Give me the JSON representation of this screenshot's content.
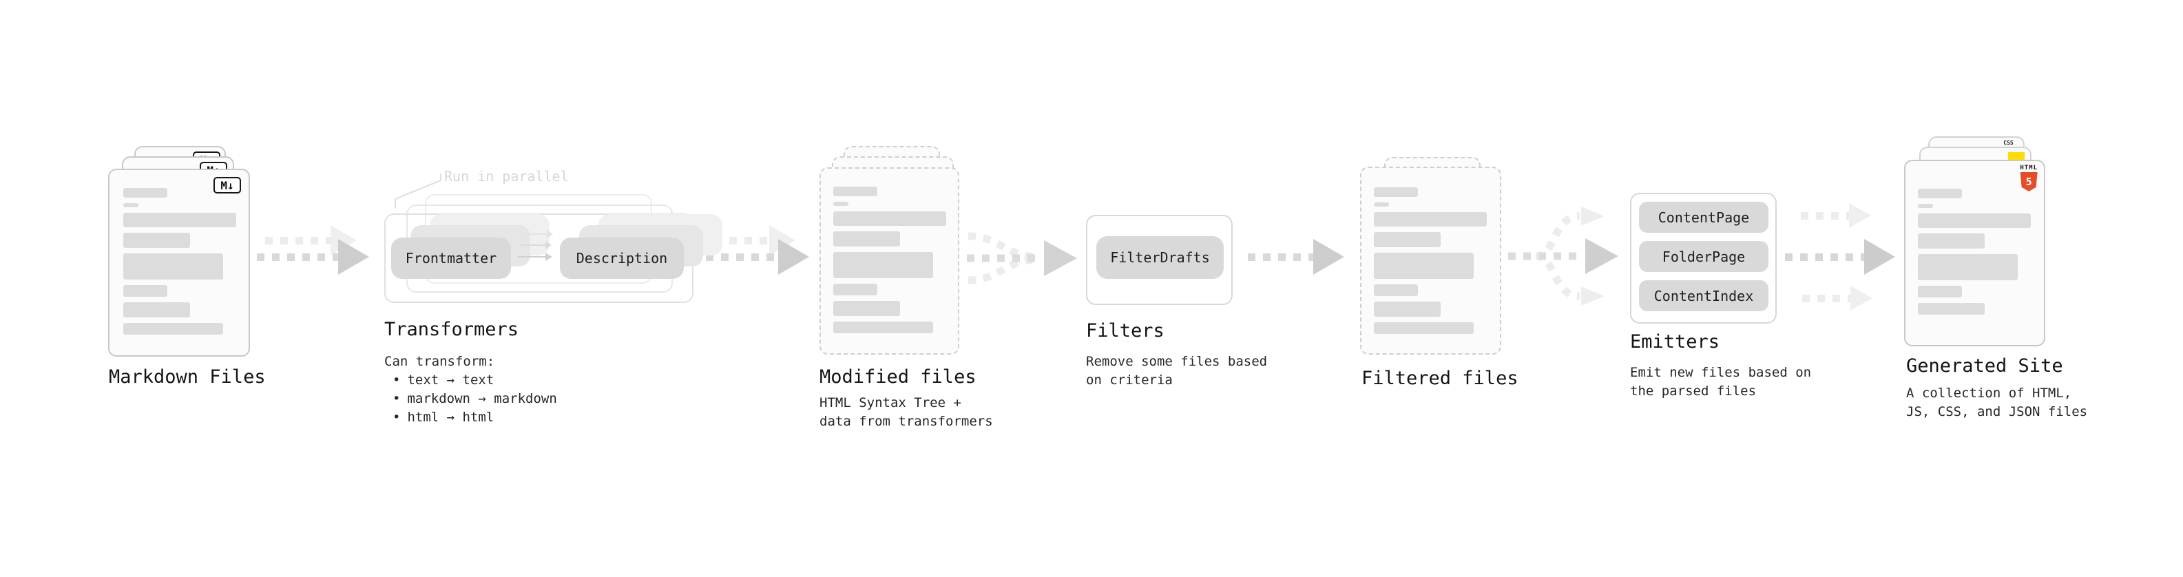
{
  "markdown_files": {
    "title": "Markdown Files",
    "badge": "M↓"
  },
  "transformers": {
    "title": "Transformers",
    "callout": "Run in parallel",
    "pills": [
      "Frontmatter",
      "Description"
    ],
    "note_heading": "Can transform:",
    "bullet_char": "•",
    "bullets": [
      "text → text",
      "markdown → markdown",
      "html → html"
    ]
  },
  "modified_files": {
    "title": "Modified files",
    "subtitle_line1": "HTML Syntax Tree +",
    "subtitle_line2": "data from transformers"
  },
  "filters": {
    "title": "Filters",
    "pill": "FilterDrafts",
    "subtitle_line1": "Remove some files based",
    "subtitle_line2": "on criteria"
  },
  "filtered_files": {
    "title": "Filtered files"
  },
  "emitters": {
    "title": "Emitters",
    "pills": [
      "ContentPage",
      "FolderPage",
      "ContentIndex"
    ],
    "subtitle_line1": "Emit new files based on",
    "subtitle_line2": "the parsed files"
  },
  "generated_site": {
    "title": "Generated Site",
    "subtitle_line1": "A collection of HTML,",
    "subtitle_line2": "JS, CSS, and JSON files",
    "badges": {
      "html5_label": "HTML",
      "html5_number": "5",
      "css_label": "CSS"
    }
  },
  "arrows": [
    {
      "from": "Markdown Files",
      "to": "Transformers",
      "style": "double-dashed"
    },
    {
      "from": "Transformers",
      "to": "Modified files",
      "style": "double-dashed"
    },
    {
      "from": "Modified files",
      "to": "Filters",
      "style": "converge-3-to-1-dashed"
    },
    {
      "from": "Filters",
      "to": "Filtered files",
      "style": "single-dashed"
    },
    {
      "from": "Filtered files",
      "to": "Emitters",
      "style": "diverge-1-to-3-dashed"
    },
    {
      "from": "Emitters",
      "to": "Generated Site",
      "style": "triple-parallel-dashed"
    }
  ],
  "colors": {
    "background": "#ffffff",
    "card_border": "#c8c8c8",
    "dashed_border": "#cfcfcf",
    "skeleton_bar": "#dcdcdc",
    "pill_fill": "#d9d9d9",
    "arrow_dark": "#d2d2d2",
    "arrow_light": "#ececec",
    "callout_text": "#d6d6d6",
    "html5_orange": "#e44d26",
    "js_yellow": "#ffdd00",
    "css_blue": "#2965f1",
    "text": "#141414"
  }
}
